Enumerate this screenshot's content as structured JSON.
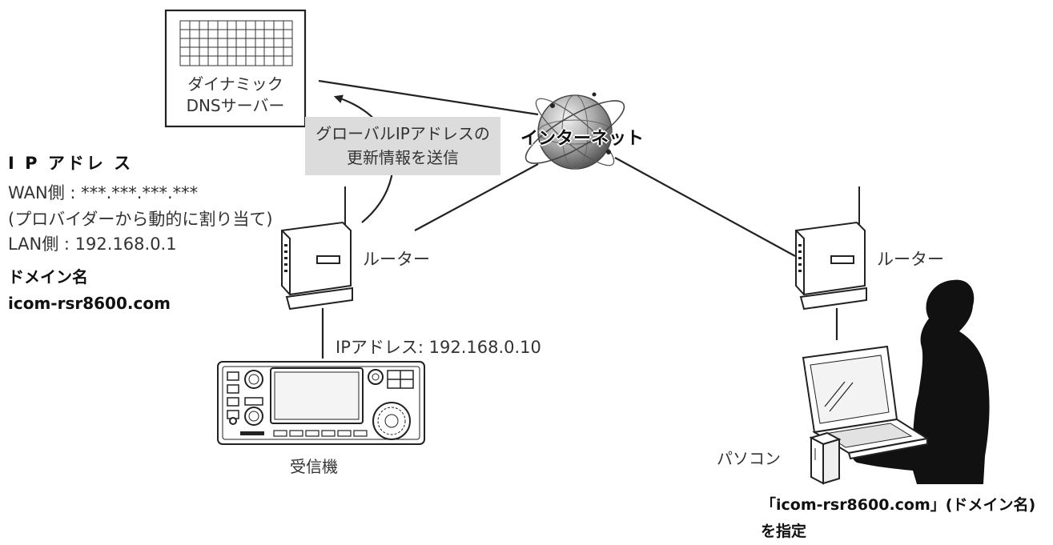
{
  "dns_server": {
    "line1": "ダイナミック",
    "line2": "DNSサーバー"
  },
  "update_note": {
    "line1": "グローバルIPアドレスの",
    "line2": "更新情報を送信"
  },
  "internet_label": "インターネット",
  "ip_info": {
    "heading": "I P アドレ ス",
    "wan": "WAN側 : ***.***.***.***",
    "wan_note": "(プロバイダーから動的に割り当て)",
    "lan": "LAN側 : 192.168.0.1",
    "domain_heading": "ドメイン名",
    "domain": "icom-rsr8600.com"
  },
  "router_left_label": "ルーター",
  "router_right_label": "ルーター",
  "receiver_ip": "IPアドレス: 192.168.0.10",
  "receiver_label": "受信機",
  "pc_label": "パソコン",
  "instruction": {
    "line1": "「icom-rsr8600.com」(ドメイン名)",
    "line2": "を指定"
  },
  "colors": {
    "line": "#222222",
    "note_bg": "#dcdcdc",
    "globe": "#8a8a8a"
  }
}
